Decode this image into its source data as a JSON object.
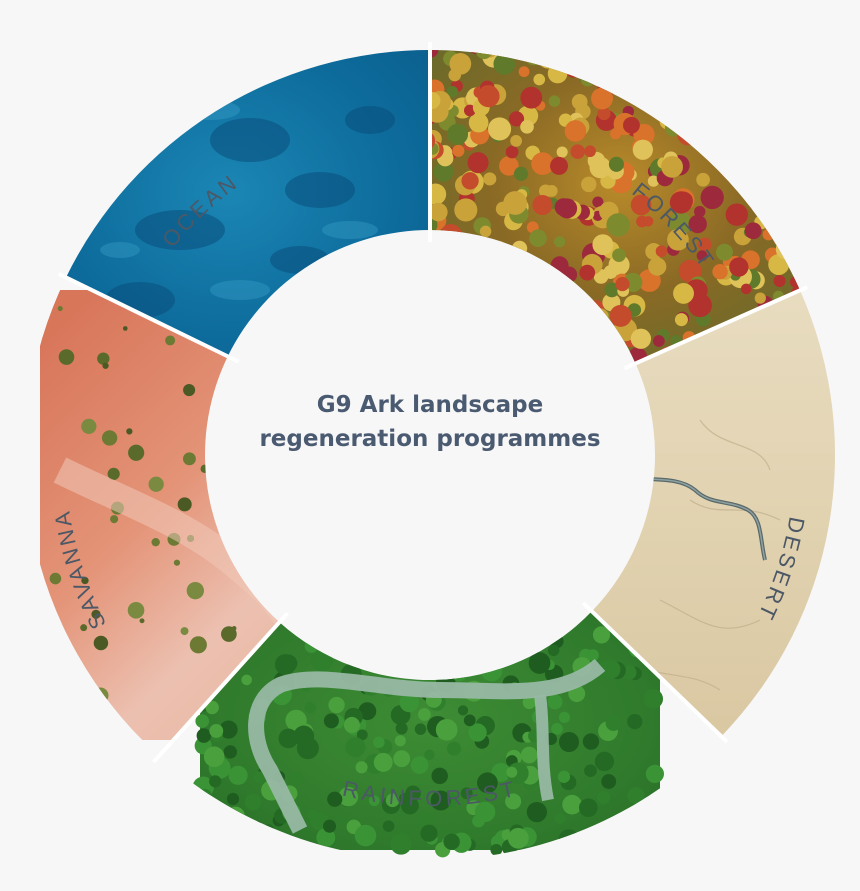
{
  "title": {
    "line1": "G9 Ark landscape",
    "line2": "regeneration programmes"
  },
  "segments": [
    {
      "label": "OCEAN"
    },
    {
      "label": "FOREST"
    },
    {
      "label": "DESERT"
    },
    {
      "label": "RAINFOREST"
    },
    {
      "label": "SAVANNA"
    }
  ]
}
